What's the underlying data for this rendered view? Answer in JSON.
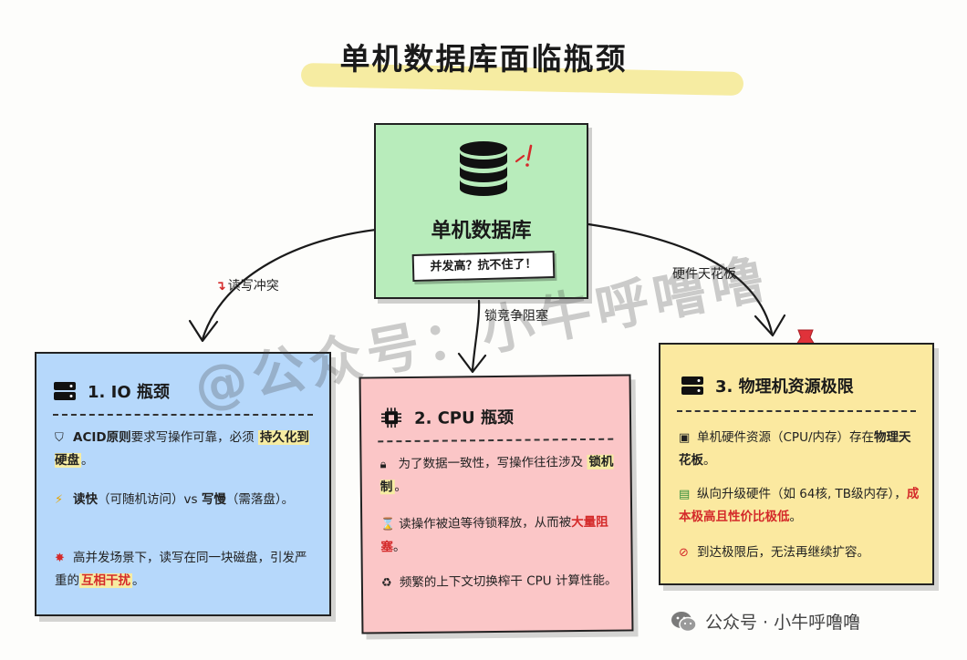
{
  "title": "单机数据库面临瓶颈",
  "center": {
    "title": "单机数据库",
    "subtitle": "并发高？抗不住了！",
    "icon": "database-icon"
  },
  "edges": {
    "left": "读写冲突",
    "middle": "锁竞争阻塞",
    "right": "硬件天花板"
  },
  "cards": {
    "io": {
      "title": "1. IO 瓶颈",
      "items": [
        {
          "icon": "shield-icon",
          "p1": "ACID原则",
          "p2": "要求写操作可靠，必须 ",
          "p3": "持久化到硬盘",
          "p4": "。"
        },
        {
          "icon": "lightning-icon",
          "p1": "读快",
          "p2": "（可随机访问）vs ",
          "p3": "写慢",
          "p4": "（需落盘）。"
        },
        {
          "icon": "burst-icon",
          "p1": "高并发场景下，读写在同一块磁盘，引发严重的",
          "p2": "互相干扰",
          "p3": "。"
        }
      ]
    },
    "cpu": {
      "title": "2. CPU 瓶颈",
      "items": [
        {
          "icon": "lock-icon",
          "p1": "为了数据一致性，写操作往往涉及 ",
          "p2": "锁机制",
          "p3": "。"
        },
        {
          "icon": "hourglass-icon",
          "p1": "读操作被迫等待锁释放，从而被",
          "p2": "大量阻塞",
          "p3": "。"
        },
        {
          "icon": "cycle-icon",
          "p1": "频繁的上下文切换榨干 CPU 计算性能。"
        }
      ]
    },
    "phy": {
      "title": "3. 物理机资源极限",
      "items": [
        {
          "icon": "box-icon",
          "p1": "单机硬件资源（CPU/内存）存在",
          "p2": "物理天花板",
          "p3": "。"
        },
        {
          "icon": "money-icon",
          "p1": "纵向升级硬件（如 64核, TB级内存），",
          "p2": "成本极高且性价比极低",
          "p3": "。"
        },
        {
          "icon": "prohibited-icon",
          "p1": "到达极限后，无法再继续扩容。"
        }
      ]
    }
  },
  "watermark": {
    "diagonal": "@公众号：小牛呼噜噜",
    "bottom": "公众号 · 小牛呼噜噜"
  },
  "colors": {
    "center": "#b8ecbb",
    "io": "#b6d8fb",
    "cpu": "#fbc6c7",
    "phy": "#fbe9a0",
    "highlight": "#f6eca2",
    "accent_red": "#d42a2a"
  }
}
